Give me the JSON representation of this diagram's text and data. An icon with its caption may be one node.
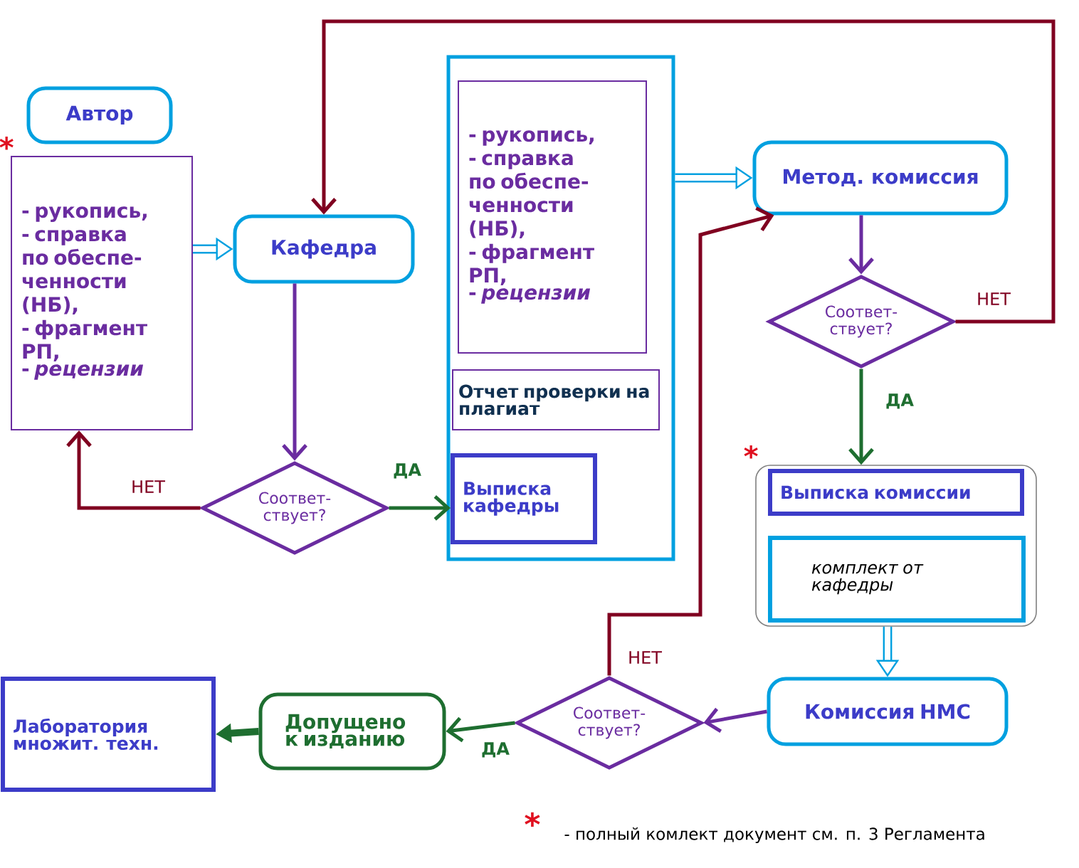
{
  "diagram": {
    "nodes": [
      {
        "text": [
          "Автор"
        ]
      },
      {
        "text": [
          "- рукопись,",
          "- справка по обеспе- ченности (НБ),",
          "- фрагмент РП,",
          "- *рецензии*"
        ],
        "beside": [
          "*"
        ]
      },
      {
        "text": [
          "Кафедра"
        ]
      },
      {
        "text": [
          "Соответ- ствует?"
        ]
      },
      {
        "text": [],
        "shape": "box"
      },
      {
        "text": [
          "- рукопись,",
          "- справка по обеспе- ченности (НБ),",
          "- фрагмент РП,",
          "- *рецензии*"
        ],
        "in": 4
      },
      {
        "text": [
          "Отчет проверки на плагиат"
        ],
        "in": 4
      },
      {
        "text": [
          "Выписка кафедры"
        ],
        "in": 4
      },
      {
        "text": [
          "Метод. комиссия"
        ]
      },
      {
        "text": [
          "Соответ- ствует?"
        ]
      },
      {
        "text": [],
        "shape": "box",
        "beside": [
          "*"
        ]
      },
      {
        "text": [
          "Выписка комиссии"
        ],
        "in": 10
      },
      {
        "text": [
          "комплект от кафедры"
        ],
        "in": 10
      },
      {
        "text": [
          "Комиссия НМС"
        ]
      },
      {
        "text": [
          "Соответ- ствует?"
        ]
      },
      {
        "text": [
          "Допущено к изданию"
        ]
      },
      {
        "text": [
          "Лаборатория множит. техн."
        ]
      }
    ],
    "edges": [
      {
        "from": 1,
        "to": 2,
        "arrow": "to",
        "style": "thick",
        "color": "#00a0e0"
      },
      {
        "from": 2,
        "to": 3,
        "arrow": "to",
        "color": "#6a2ca0"
      },
      {
        "from": 3,
        "to": 1,
        "arrow": "to",
        "label": "НЕТ",
        "color": "#800020"
      },
      {
        "from": 3,
        "to": 7,
        "arrow": "to",
        "label": "ДА",
        "color": "#1e6e30"
      },
      {
        "from": 4,
        "to": 8,
        "arrow": "to",
        "style": "thick",
        "color": "#00a0e0"
      },
      {
        "from": 9,
        "to": 2,
        "arrow": "to",
        "label": "НЕТ",
        "color": "#800020"
      },
      {
        "from": 8,
        "to": 9,
        "arrow": "to",
        "color": "#6a2ca0"
      },
      {
        "from": 9,
        "to": 10,
        "arrow": "to",
        "label": "ДА",
        "color": "#1e6e30"
      },
      {
        "from": 10,
        "to": 13,
        "arrow": "to",
        "style": "thick",
        "color": "#00a0e0"
      },
      {
        "from": 13,
        "to": 14,
        "arrow": "to",
        "color": "#6a2ca0"
      },
      {
        "from": 14,
        "to": 15,
        "arrow": "to",
        "label": "ДА",
        "color": "#1e6e30"
      },
      {
        "from": 14,
        "to": 8,
        "arrow": "to",
        "label": "НЕТ",
        "color": "#800020"
      },
      {
        "from": 15,
        "to": 16,
        "arrow": "to",
        "style": "thick",
        "color": "#1e6e30"
      }
    ],
    "labels": [
      "*",
      "- полный комлект документ см. п. 3 Регламента"
    ]
  }
}
